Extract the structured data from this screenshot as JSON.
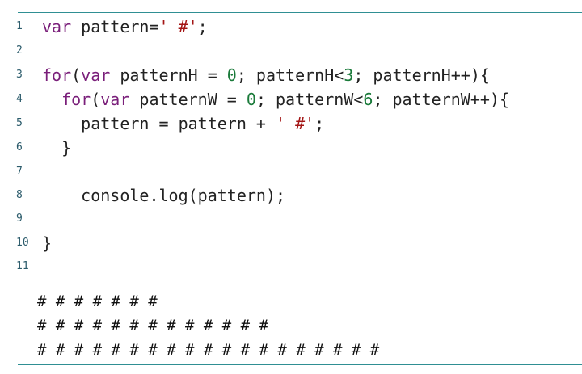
{
  "editor": {
    "lines": [
      {
        "num": "1",
        "tokens": [
          {
            "t": "var",
            "c": "kw"
          },
          {
            "t": " pattern=",
            "c": "plain"
          },
          {
            "t": "' #'",
            "c": "str"
          },
          {
            "t": ";",
            "c": "plain"
          }
        ]
      },
      {
        "num": "2",
        "tokens": []
      },
      {
        "num": "3",
        "tokens": [
          {
            "t": "for",
            "c": "kw"
          },
          {
            "t": "(",
            "c": "plain"
          },
          {
            "t": "var",
            "c": "kw"
          },
          {
            "t": " patternH = ",
            "c": "plain"
          },
          {
            "t": "0",
            "c": "num"
          },
          {
            "t": "; patternH<",
            "c": "plain"
          },
          {
            "t": "3",
            "c": "num"
          },
          {
            "t": "; patternH++){",
            "c": "plain"
          }
        ]
      },
      {
        "num": "4",
        "tokens": [
          {
            "t": "  ",
            "c": "plain"
          },
          {
            "t": "for",
            "c": "kw"
          },
          {
            "t": "(",
            "c": "plain"
          },
          {
            "t": "var",
            "c": "kw"
          },
          {
            "t": " patternW = ",
            "c": "plain"
          },
          {
            "t": "0",
            "c": "num"
          },
          {
            "t": "; patternW<",
            "c": "plain"
          },
          {
            "t": "6",
            "c": "num"
          },
          {
            "t": "; patternW++){",
            "c": "plain"
          }
        ]
      },
      {
        "num": "5",
        "tokens": [
          {
            "t": "    pattern = pattern + ",
            "c": "plain"
          },
          {
            "t": "' #'",
            "c": "str"
          },
          {
            "t": ";",
            "c": "plain"
          }
        ]
      },
      {
        "num": "6",
        "tokens": [
          {
            "t": "  }",
            "c": "plain"
          }
        ]
      },
      {
        "num": "7",
        "tokens": []
      },
      {
        "num": "8",
        "tokens": [
          {
            "t": "    console.log(pattern);",
            "c": "plain"
          }
        ]
      },
      {
        "num": "9",
        "tokens": []
      },
      {
        "num": "10",
        "tokens": [
          {
            "t": "}",
            "c": "plain"
          }
        ]
      },
      {
        "num": "11",
        "tokens": []
      }
    ]
  },
  "console": {
    "output": [
      "# # # # # # #",
      "# # # # # # # # # # # # #",
      "# # # # # # # # # # # # # # # # # # #"
    ]
  }
}
